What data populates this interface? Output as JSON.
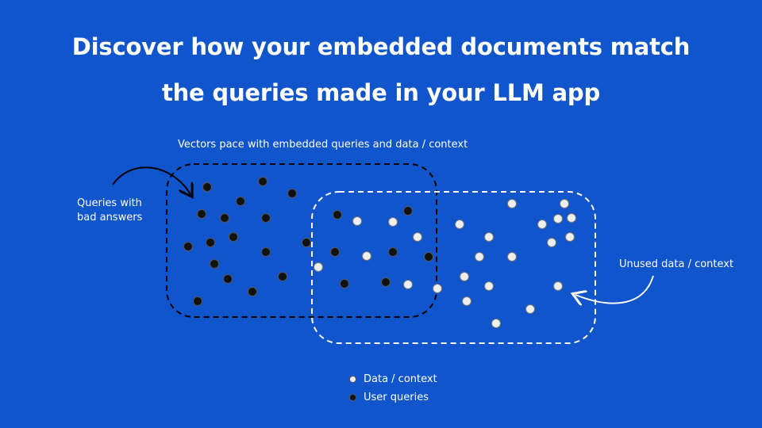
{
  "title": {
    "line1": "Discover how your embedded documents match",
    "line2": "the queries made in your LLM app"
  },
  "labels": {
    "vector_space": "Vectors pace with embedded queries and data / context",
    "bad_answers_line1": "Queries with",
    "bad_answers_line2": "bad answers",
    "unused": "Unused data / context"
  },
  "legend": [
    {
      "label": "Data / context",
      "color": "#eeeeee"
    },
    {
      "label": "User queries",
      "color": "#111111"
    }
  ],
  "colors": {
    "background": "#1155cc",
    "query_region_border": "#000000",
    "data_region_border": "#ffffff",
    "query_point": "#111111",
    "data_point": "#eeeeee"
  }
}
